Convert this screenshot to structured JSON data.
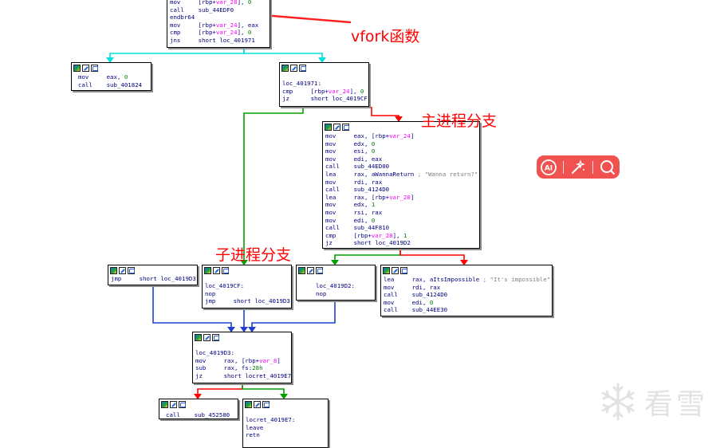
{
  "colors": {
    "edge_cyan": "#00e0e0",
    "edge_green": "#008000",
    "edge_red": "#ff0000",
    "edge_blue": "#1f3cc8",
    "annotation": "#ff0000",
    "toolbar": "#f0524f"
  },
  "annotations": {
    "vfork": "vfork函数",
    "main_branch": "主进程分支",
    "child_branch": "子进程分支"
  },
  "toolbar": {
    "ai_label": "AI",
    "icons": [
      "ai-icon",
      "magic-wand-icon",
      "search-icon"
    ]
  },
  "watermark": {
    "text": "看雪"
  },
  "nodes": {
    "top": [
      {
        "op": "mov",
        "args": "[rbp+var_28], 0"
      },
      {
        "op": "call",
        "args": "sub_44EDF0"
      },
      {
        "op": "endbr64",
        "args": ""
      },
      {
        "op": "mov",
        "args": "[rbp+var_24], eax"
      },
      {
        "op": "cmp",
        "args": "[rbp+var_24], 0"
      },
      {
        "op": "jns",
        "args": "short loc_401971"
      }
    ],
    "left1": [
      {
        "op": "mov",
        "args": "eax, 0"
      },
      {
        "op": "call",
        "args": "sub_401824"
      }
    ],
    "loc_401971": {
      "label": "loc_401971:",
      "lines": [
        {
          "op": "cmp",
          "args": "[rbp+var_24], 0"
        },
        {
          "op": "jz",
          "args": "short loc_4019CF"
        }
      ]
    },
    "main": [
      {
        "op": "mov",
        "args": "eax, [rbp+var_24]"
      },
      {
        "op": "mov",
        "args": "edx, 0"
      },
      {
        "op": "mov",
        "args": "esi, 0"
      },
      {
        "op": "mov",
        "args": "edi, eax"
      },
      {
        "op": "call",
        "args": "sub_44ED00"
      },
      {
        "op": "lea",
        "args": "rax, aWannaReturn",
        "comment": "; \"Wanna return?\""
      },
      {
        "op": "mov",
        "args": "rdi, rax"
      },
      {
        "op": "call",
        "args": "sub_4124D0"
      },
      {
        "op": "lea",
        "args": "rax, [rbp+var_20]"
      },
      {
        "op": "mov",
        "args": "edx, 1"
      },
      {
        "op": "mov",
        "args": "rsi, rax"
      },
      {
        "op": "mov",
        "args": "edi, 0"
      },
      {
        "op": "call",
        "args": "sub_44F810"
      },
      {
        "op": "cmp",
        "args": "[rbp+var_28], 1"
      },
      {
        "op": "jz",
        "args": "short loc_4019D2"
      }
    ],
    "jmp_d3": [
      {
        "op": "jmp",
        "args": "short loc_4019D3"
      }
    ],
    "loc_4019CF": {
      "label": "loc_4019CF:",
      "lines": [
        {
          "op": "nop",
          "args": ""
        },
        {
          "op": "jmp",
          "args": "short loc_4019D3"
        }
      ]
    },
    "loc_4019D2": {
      "label": "loc_4019D2:",
      "lines": [
        {
          "op": "nop",
          "args": ""
        }
      ]
    },
    "impossible": [
      {
        "op": "lea",
        "args": "rax, aItsImpossible",
        "comment": "; \"It's impossible\""
      },
      {
        "op": "mov",
        "args": "rdi, rax"
      },
      {
        "op": "call",
        "args": "sub_4124D0"
      },
      {
        "op": "mov",
        "args": "edi, 0"
      },
      {
        "op": "call",
        "args": "sub_44EE30"
      }
    ],
    "loc_4019D3": {
      "label": "loc_4019D3:",
      "lines": [
        {
          "op": "mov",
          "args": "rax, [rbp+var_8]"
        },
        {
          "op": "sub",
          "args": "rax, fs:28h"
        },
        {
          "op": "jz",
          "args": "short locret_4019E7"
        }
      ]
    },
    "stack_fail": [
      {
        "op": "call",
        "args": "sub_452580"
      }
    ],
    "locret": {
      "label": "locret_4019E7:",
      "lines": [
        {
          "op": "leave",
          "args": ""
        },
        {
          "op": "retn",
          "args": ""
        }
      ]
    }
  }
}
